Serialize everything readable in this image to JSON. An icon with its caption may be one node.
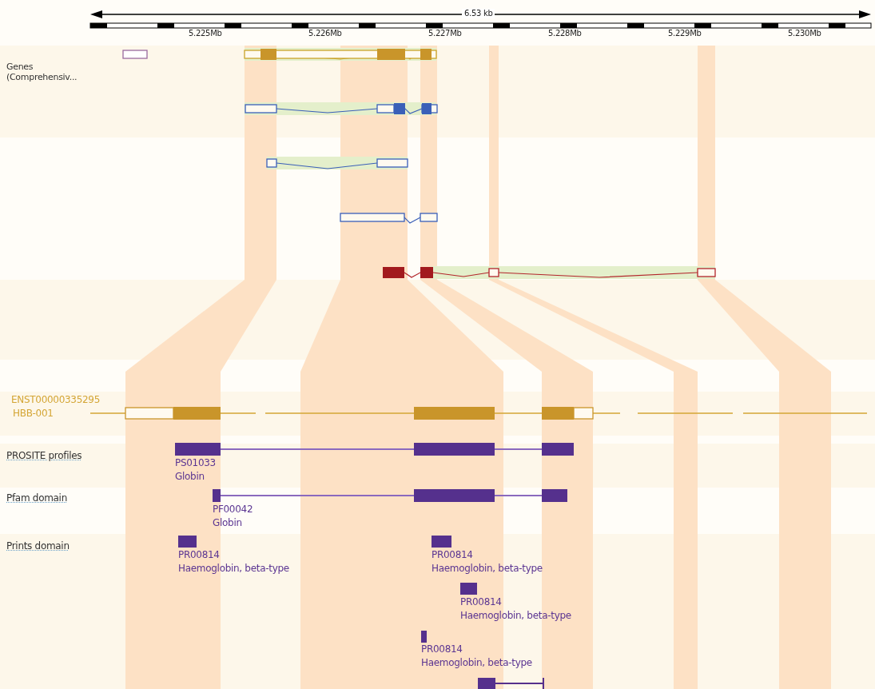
{
  "diagram": {
    "labels": [
      "6.53 kb",
      "5.225Mb",
      "5.226Mb",
      "5.227Mb",
      "5.228Mb",
      "5.229Mb",
      "5.230Mb",
      "Genes (Comprehensiv...",
      "ENST00000335295",
      "HBB-001",
      "PROSITE profiles",
      "PS01033",
      "Globin",
      "Pfam domain",
      "PF00042",
      "Globin",
      "Prints domain",
      "PR00814",
      "Haemoglobin, beta-type",
      "PR00814",
      "Haemoglobin, beta-type",
      "PR00814",
      "Haemoglobin, beta-type",
      "PR00814",
      "Haemoglobin, beta-type"
    ]
  }
}
